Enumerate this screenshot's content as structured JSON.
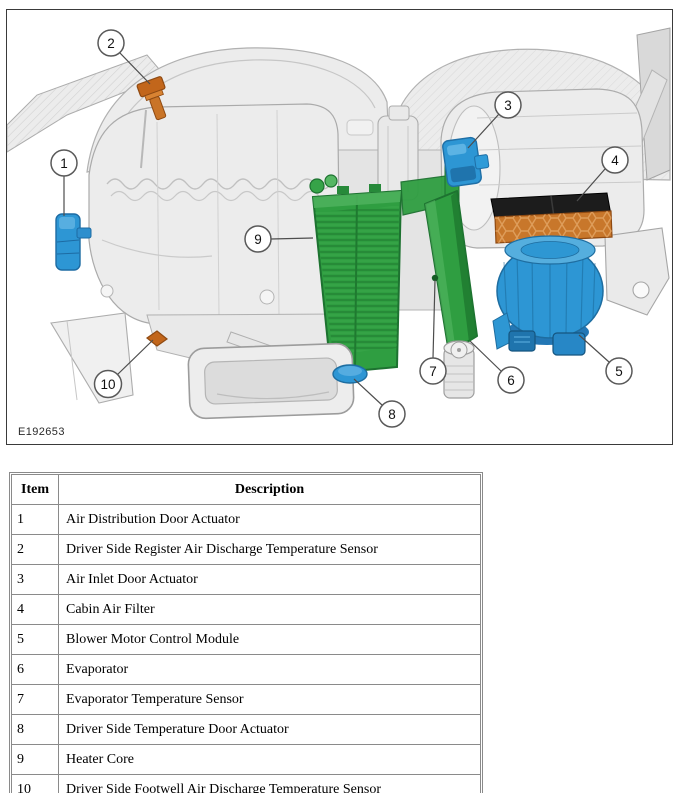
{
  "figure": {
    "code": "E192653",
    "callouts": [
      {
        "n": "1"
      },
      {
        "n": "2"
      },
      {
        "n": "3"
      },
      {
        "n": "4"
      },
      {
        "n": "5"
      },
      {
        "n": "6"
      },
      {
        "n": "7"
      },
      {
        "n": "8"
      },
      {
        "n": "9"
      },
      {
        "n": "10"
      }
    ],
    "colors": {
      "green": "#2f9e41",
      "blue": "#2d96d4",
      "orange": "#c8772b",
      "sensor_orange": "#c2661b"
    }
  },
  "table": {
    "header": {
      "item": "Item",
      "description": "Description"
    },
    "rows": [
      {
        "item": "1",
        "description": "Air Distribution Door Actuator"
      },
      {
        "item": "2",
        "description": "Driver Side Register Air Discharge Temperature Sensor"
      },
      {
        "item": "3",
        "description": "Air Inlet Door Actuator"
      },
      {
        "item": "4",
        "description": "Cabin Air Filter"
      },
      {
        "item": "5",
        "description": "Blower Motor Control Module"
      },
      {
        "item": "6",
        "description": "Evaporator"
      },
      {
        "item": "7",
        "description": "Evaporator Temperature Sensor"
      },
      {
        "item": "8",
        "description": "Driver Side Temperature Door Actuator"
      },
      {
        "item": "9",
        "description": "Heater Core"
      },
      {
        "item": "10",
        "description": "Driver Side Footwell Air Discharge Temperature Sensor"
      }
    ]
  }
}
